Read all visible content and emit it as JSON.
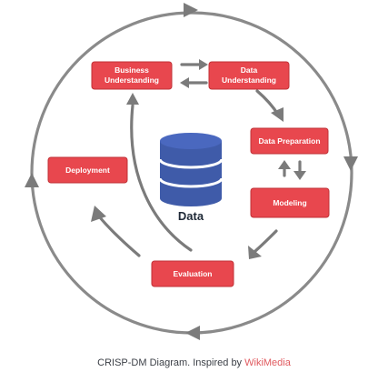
{
  "diagram": {
    "nodes": {
      "business_understanding": [
        "Business",
        "Understanding"
      ],
      "data_understanding": [
        "Data",
        "Understanding"
      ],
      "data_preparation": [
        "Data Preparation"
      ],
      "modeling": [
        "Modeling"
      ],
      "evaluation": [
        "Evaluation"
      ],
      "deployment": [
        "Deployment"
      ]
    },
    "center_label": "Data",
    "colors": {
      "node_fill": "#e8474e",
      "arrow": "#7b7b7b",
      "database": "#3f5ba9"
    },
    "icons": [
      "database-icon"
    ]
  },
  "caption": {
    "text": "CRISP-DM Diagram. Inspired by ",
    "link": "WikiMedia"
  }
}
